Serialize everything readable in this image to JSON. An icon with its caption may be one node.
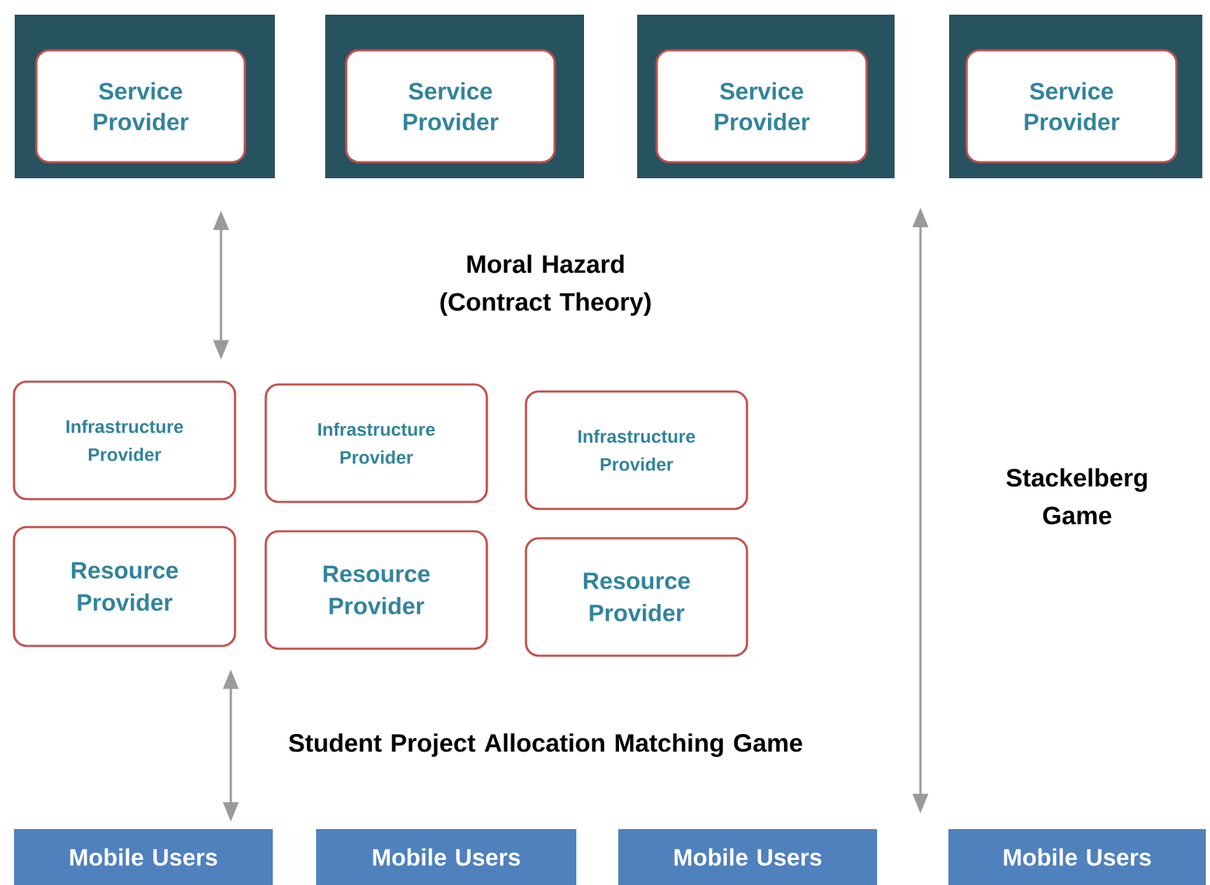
{
  "diagram": {
    "nodes": [
      {
        "text": [],
        "shape": "box"
      },
      {
        "text": [
          "Service Provider"
        ],
        "in": 0
      },
      {
        "text": [],
        "shape": "box"
      },
      {
        "text": [
          "Service Provider"
        ],
        "in": 2
      },
      {
        "text": [],
        "shape": "box"
      },
      {
        "text": [
          "Service Provider"
        ],
        "in": 4
      },
      {
        "text": [],
        "shape": "box"
      },
      {
        "text": [
          "Service Provider"
        ],
        "in": 6
      },
      {
        "text": [
          "Infrastructure Provider"
        ]
      },
      {
        "text": [
          "Infrastructure Provider"
        ]
      },
      {
        "text": [
          "Infrastructure Provider"
        ]
      },
      {
        "text": [
          "Resource Provider"
        ]
      },
      {
        "text": [
          "Resource Provider"
        ]
      },
      {
        "text": [
          "Resource Provider"
        ]
      },
      {
        "text": [
          "Mobile Users"
        ]
      },
      {
        "text": [
          "Mobile Users"
        ]
      },
      {
        "text": [
          "Mobile Users"
        ]
      },
      {
        "text": [
          "Mobile Users"
        ]
      }
    ],
    "edges": [
      {
        "from": 0,
        "to": 8,
        "arrow": "both"
      },
      {
        "from": 11,
        "to": 14,
        "arrow": "both"
      },
      {
        "from": 6,
        "to": 17,
        "arrow": "both"
      }
    ],
    "labels": [
      "Moral Hazard (Contract Theory)",
      "Stackelberg Game",
      "Student Project Allocation Matching Game"
    ]
  }
}
